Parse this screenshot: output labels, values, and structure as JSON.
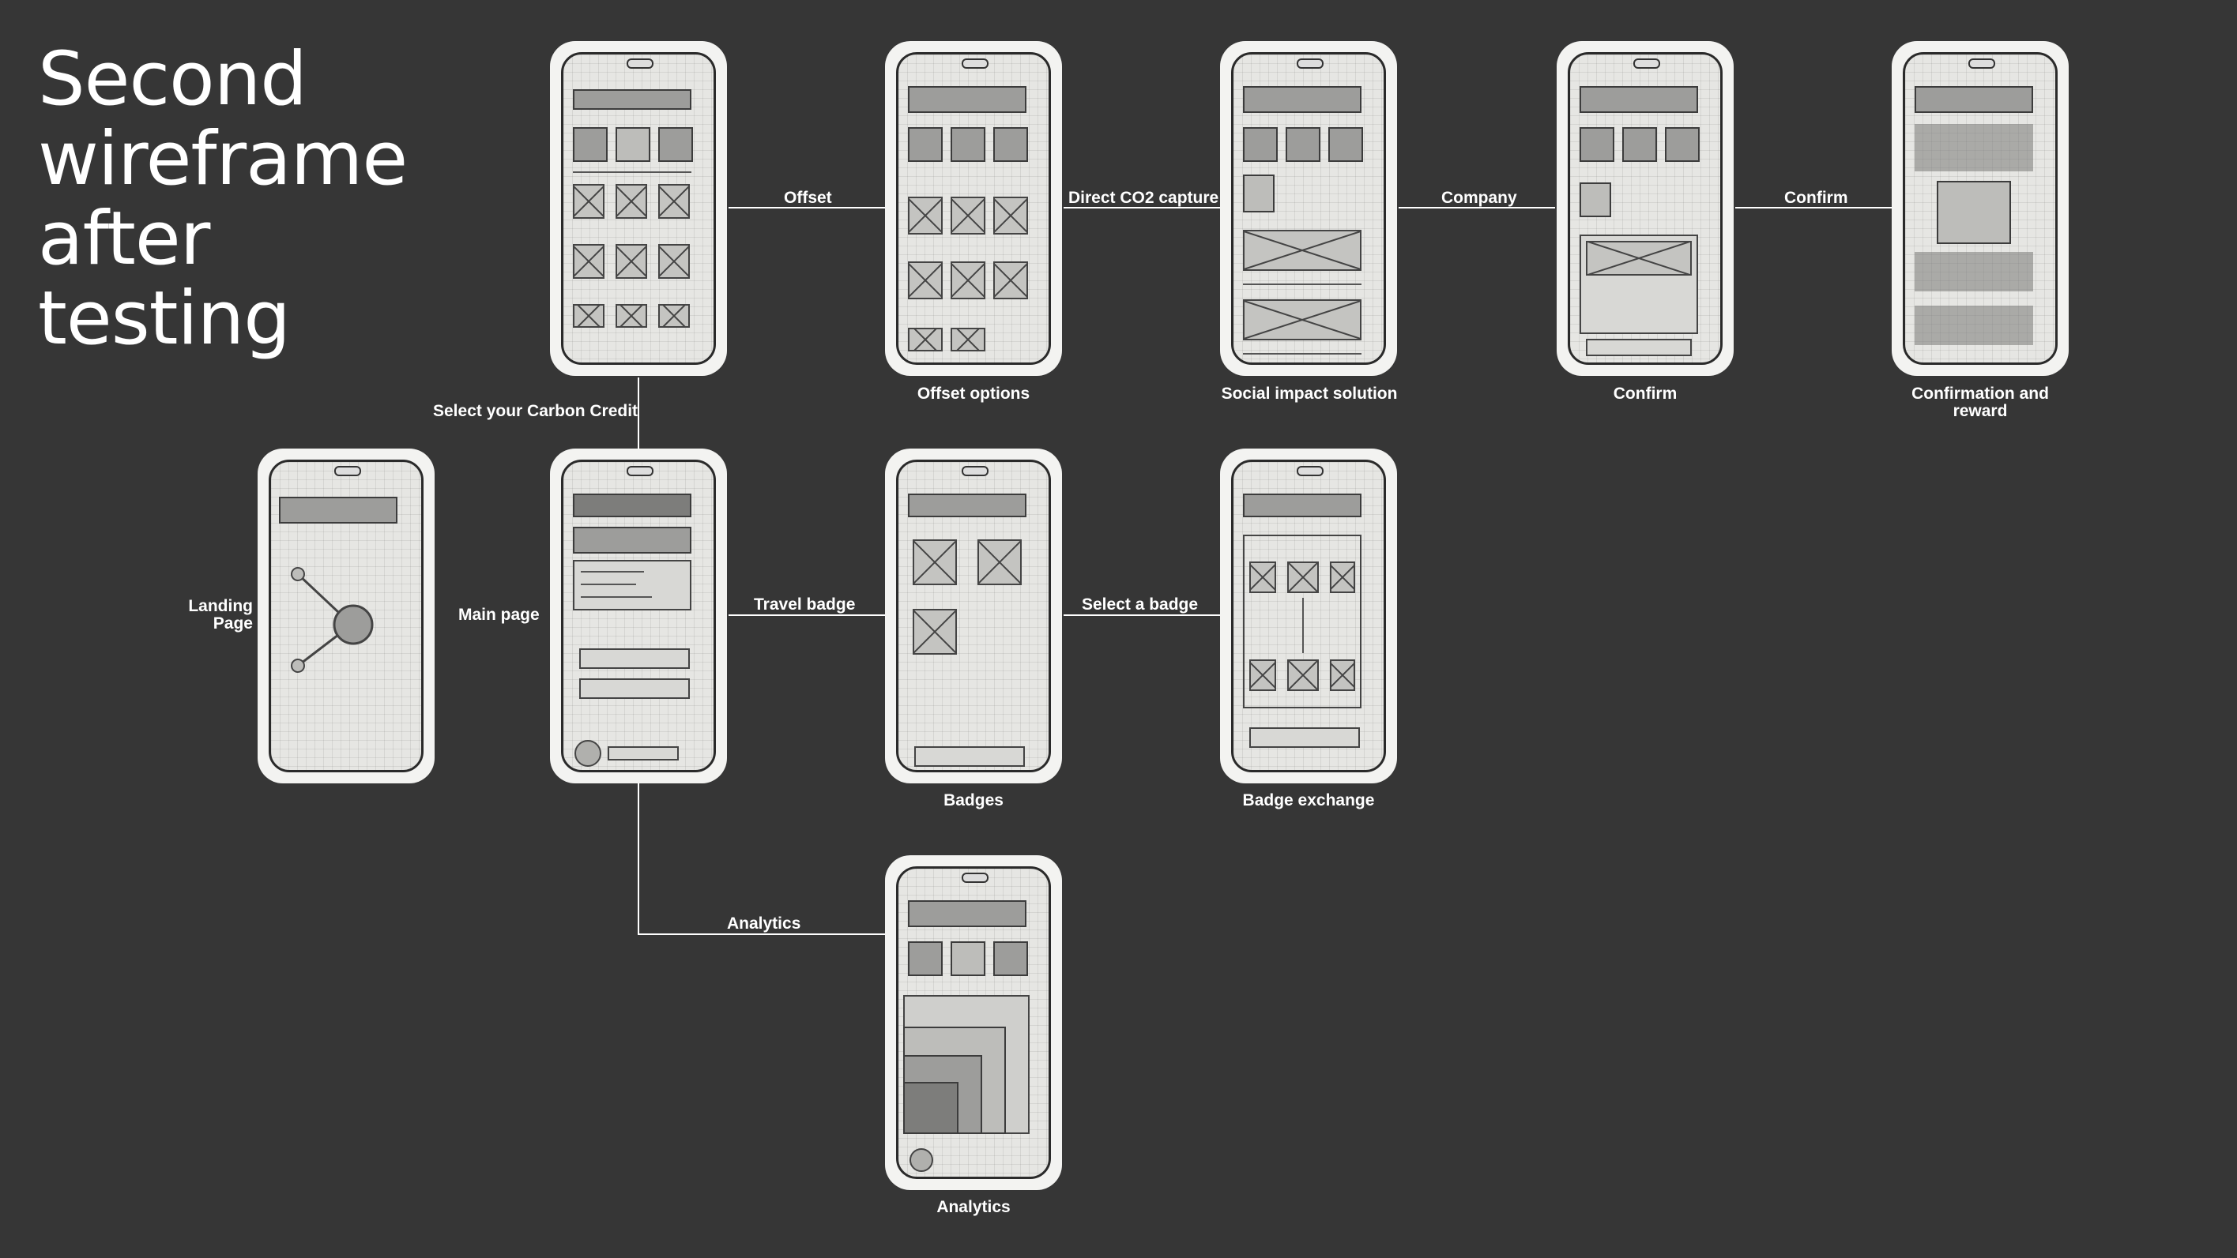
{
  "title": "Second\nwireframe\nafter\ntesting",
  "screens": {
    "landing": "Landing\nPage",
    "main": "Main page",
    "select_carbon": "",
    "offset_options": "Offset options",
    "social_impact": "Social impact solution",
    "confirm": "Confirm",
    "confirmation_reward": "Confirmation and\nreward",
    "badges": "Badges",
    "badge_exchange": "Badge exchange",
    "analytics": "Analytics"
  },
  "connections": {
    "select_carbon_credit": "Select your Carbon Credit",
    "offset": "Offset",
    "direct_co2": "Direct CO2 capture",
    "company": "Company",
    "confirm": "Confirm",
    "travel_badge": "Travel badge",
    "select_badge": "Select a badge",
    "analytics": "Analytics"
  },
  "colors": {
    "background": "#363636",
    "text": "#ffffff",
    "connector": "#ffffff"
  }
}
